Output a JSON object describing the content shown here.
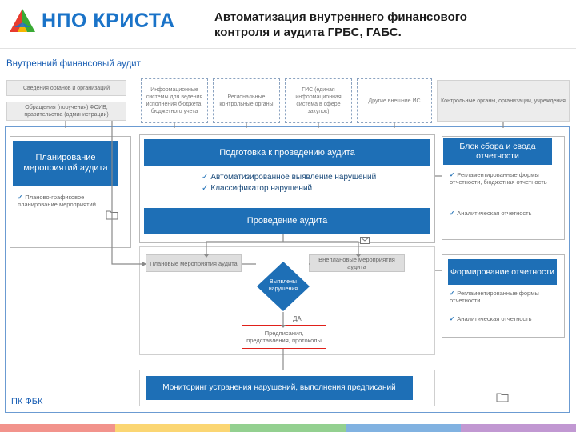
{
  "logo": {
    "text": "НПО КРИСТА",
    "colors": [
      "#e83b2e",
      "#f7b500",
      "#3aaa35",
      "#1a73c8"
    ]
  },
  "header": {
    "title_line1": "Автоматизация внутреннего финансового",
    "title_line2": "контроля и аудита ГРБС, ГАБС."
  },
  "section_title": "Внутренний финансовый аудит",
  "sources": {
    "left_top": "Сведения органов и организаций",
    "left_bottom": "Обращения (поручения) ФОИВ, правительства (администрации)",
    "dashed": [
      "Информационные системы для ведения исполнения бюджета, бюджетного учета",
      "Региональные контрольные органы",
      "ГИС (единая информационная система в сфере закупок)",
      "Другие внешние ИС"
    ],
    "right": "Контрольные органы, организации, учреждения"
  },
  "planning": {
    "title": "Планирование мероприятий аудита",
    "item": "Планово-графиковое планирование мероприятий"
  },
  "center": {
    "prep": "Подготовка к проведению аудита",
    "check1": "Автоматизированное выявление нарушений",
    "check2": "Классификатор нарушений",
    "conduct": "Проведение аудита",
    "planned": "Плановые мероприятия аудита",
    "unplanned": "Внеплановые мероприятия аудита",
    "decision": "Выявлены нарушения",
    "yes": "ДА",
    "result": "Предписания, представления, протоколы",
    "monitoring": "Мониторинг устранения нарушений, выполнения предписаний"
  },
  "right_panel": {
    "collect_title": "Блок сбора и свода отчетности",
    "collect_items": [
      "Регламентированные формы отчетности, бюджетная отчетность",
      "Аналитическая отчетность"
    ],
    "form_title": "Формирование отчетности",
    "form_items": [
      "Регламентированные формы отчетности",
      "Аналитическая отчетность"
    ]
  },
  "footer": {
    "label": "ПК ФБК"
  },
  "bottom_stripe": [
    "#e83b2e",
    "#f7b500",
    "#3aaa35",
    "#1a73c8",
    "#8e44ad"
  ]
}
